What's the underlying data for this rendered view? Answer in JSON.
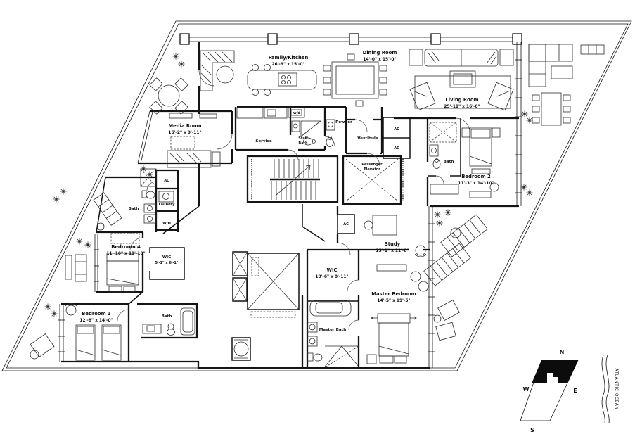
{
  "ink": "#141414",
  "background": "#ffffff",
  "rooms": {
    "family_kitchen": {
      "name": "Family/Kitchen",
      "dims": "26'-9\" x 15'-0\""
    },
    "dining": {
      "name": "Dining Room",
      "dims": "14'-0\" x 15'-0\""
    },
    "living": {
      "name": "Living Room",
      "dims": "25'-11\" x 16'-0\""
    },
    "media": {
      "name": "Media Room",
      "dims": "16'-2\" x 9'-11\""
    },
    "service": {
      "name": "Service"
    },
    "staff_bath": {
      "line1": "Staff",
      "line2": "Bath"
    },
    "powder": {
      "name": "Powder"
    },
    "vestibule": {
      "name": "Vestibule"
    },
    "passenger_elevator": {
      "line1": "Passenger",
      "line2": "Elevator"
    },
    "ac": {
      "name": "AC"
    },
    "wd": {
      "name": "W/D"
    },
    "wd_service": {
      "name": "w/d"
    },
    "laundry": {
      "name": "Laundry"
    },
    "bed2": {
      "name": "Bedroom 2",
      "dims": "11'-3\" x 14'-10\""
    },
    "bed2_bath": {
      "name": "Bath"
    },
    "bed4": {
      "name": "Bedroom 4",
      "dims": "11'-10\" x 11'-10\""
    },
    "bed4_bath": {
      "name": "Bath"
    },
    "wic4": {
      "name": "WIC",
      "dims": "5'-1\" x 6'-1\""
    },
    "study": {
      "name": "Study",
      "dims": "15'-1\" x 11'-8\""
    },
    "wic_master": {
      "name": "WIC",
      "dims": "10'-6\" x 8'-11\""
    },
    "master": {
      "name": "Master Bedroom",
      "dims": "14'-5\" x 19'-5\""
    },
    "master_bath": {
      "name": "Master Bath"
    },
    "bed3": {
      "name": "Bedroom 3",
      "dims": "12'-8\" x 14'-0\""
    },
    "bed3_bath": {
      "name": "Bath"
    }
  },
  "compass": {
    "north": "N",
    "south": "S",
    "east": "E",
    "west": "W"
  },
  "ocean_label": "ATLANTIC OCEAN"
}
